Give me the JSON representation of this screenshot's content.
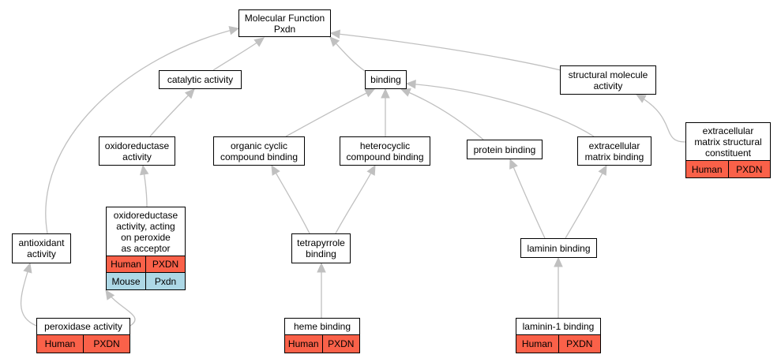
{
  "colors": {
    "edge": "#c0c0c0",
    "human": "#fa6149",
    "mouse": "#add8e6",
    "border": "#000000"
  },
  "nodes": {
    "mf": {
      "label": "Molecular Function\nPxdn"
    },
    "catalytic": {
      "label": "catalytic activity"
    },
    "binding": {
      "label": "binding"
    },
    "structural": {
      "label": "structural molecule\nactivity"
    },
    "oxido": {
      "label": "oxidoreductase\nactivity"
    },
    "organic": {
      "label": "organic cyclic\ncompound binding"
    },
    "hetero": {
      "label": "heterocyclic\ncompound binding"
    },
    "protein": {
      "label": "protein binding"
    },
    "ecm": {
      "label": "extracellular\nmatrix binding"
    },
    "ecmstruct": {
      "label": "extracellular\nmatrix structural\nconstituent",
      "annotations": [
        {
          "species": "Human",
          "gene": "PXDN"
        }
      ]
    },
    "oxidoperox": {
      "label": "oxidoreductase\nactivity, acting\non peroxide\nas acceptor",
      "annotations": [
        {
          "species": "Human",
          "gene": "PXDN"
        },
        {
          "species": "Mouse",
          "gene": "Pxdn"
        }
      ]
    },
    "antioxidant": {
      "label": "antioxidant\nactivity"
    },
    "tetrapyrrole": {
      "label": "tetrapyrrole\nbinding"
    },
    "laminin": {
      "label": "laminin binding"
    },
    "peroxidase": {
      "label": "peroxidase activity",
      "annotations": [
        {
          "species": "Human",
          "gene": "PXDN"
        }
      ]
    },
    "heme": {
      "label": "heme binding",
      "annotations": [
        {
          "species": "Human",
          "gene": "PXDN"
        }
      ]
    },
    "laminin1": {
      "label": "laminin-1 binding",
      "annotations": [
        {
          "species": "Human",
          "gene": "PXDN"
        }
      ]
    }
  }
}
